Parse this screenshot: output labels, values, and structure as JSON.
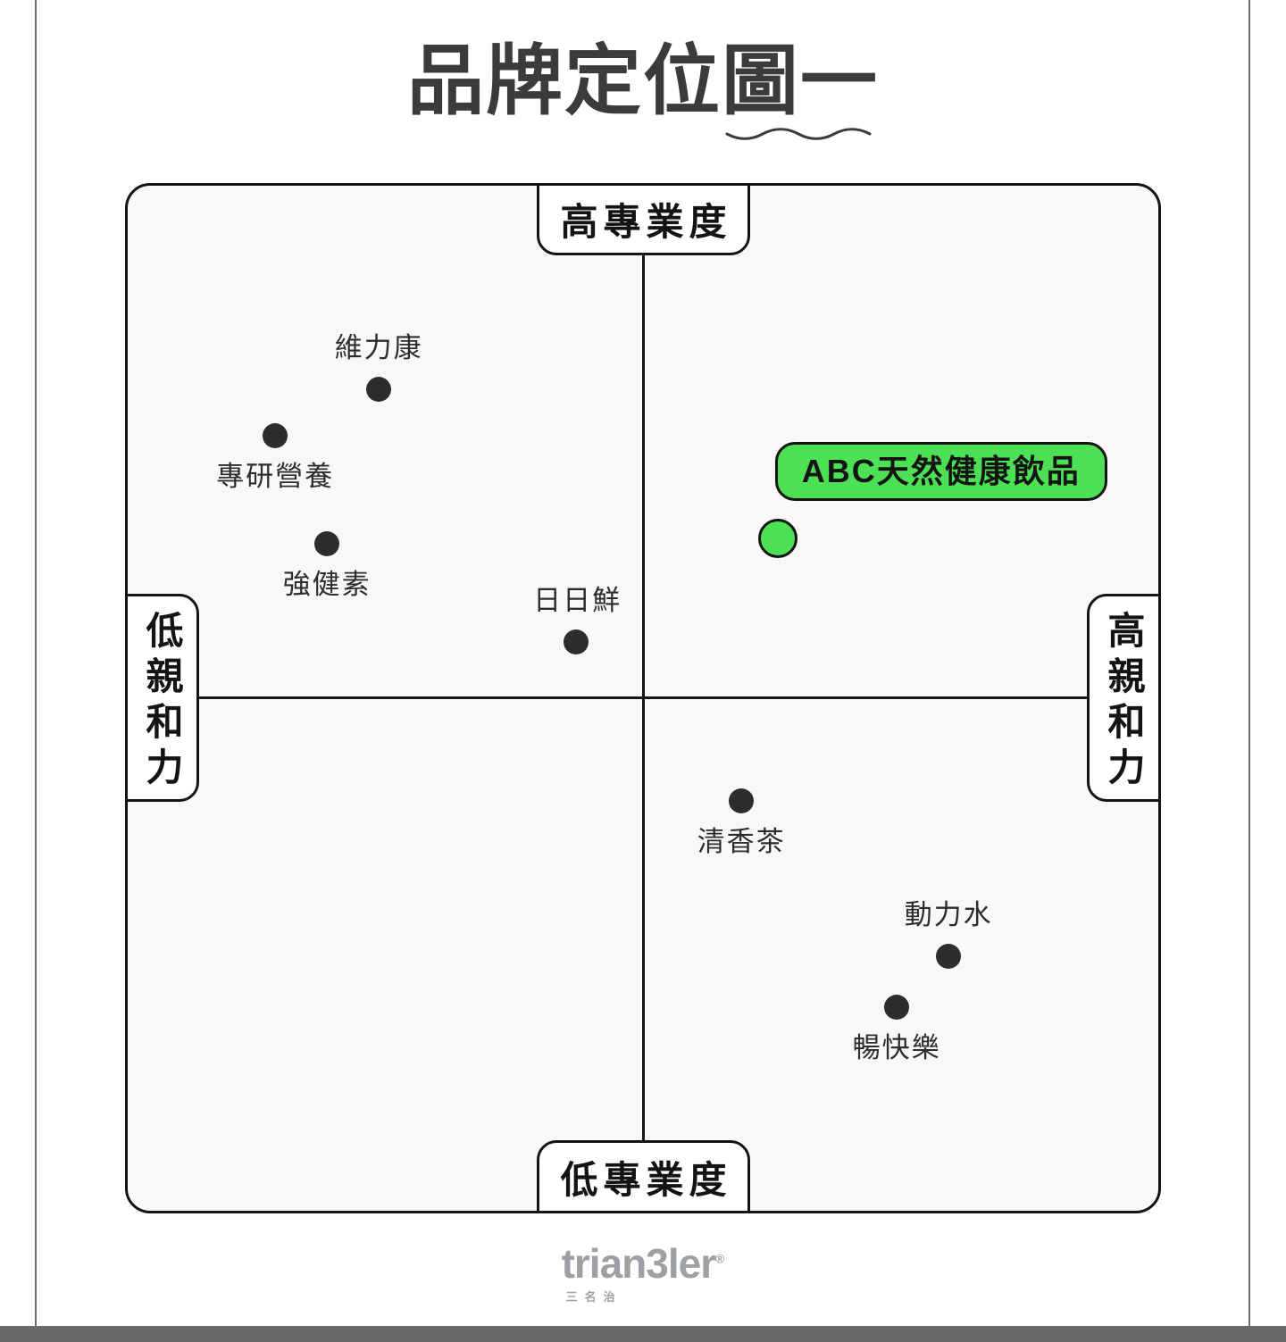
{
  "page": {
    "title": "品牌定位圖一"
  },
  "colors": {
    "page_bg": "#ffffff",
    "plot_bg": "#f8f8f8",
    "ink": "#141414",
    "title_ink": "#3b3b3b",
    "dot": "#2d2d2d",
    "label_ink": "#2d2d2d",
    "accent_green": "#4ce155",
    "frame_gray": "#6a6a6a",
    "footer_bar": "#696969",
    "logo_gray": "#9ea1a3"
  },
  "quadrant_labels": {
    "top": "高專業度",
    "bottom": "低專業度",
    "left": "低親和力",
    "right": "高親和力"
  },
  "footer": {
    "logo_text": "trian3ler",
    "registered_mark": "®",
    "logo_subtext": "三名治"
  },
  "chart_data": {
    "type": "scatter",
    "title": "品牌定位圖一",
    "x_axis": {
      "label_low": "低親和力",
      "label_high": "高親和力",
      "range": [
        -1,
        1
      ]
    },
    "y_axis": {
      "label_low": "低專業度",
      "label_high": "高專業度",
      "range": [
        -1,
        1
      ]
    },
    "grid": "quadrant-cross",
    "legend": "none",
    "points": [
      {
        "name": "維力康",
        "x": -0.51,
        "y": 0.6,
        "label_side": "above",
        "label_dx": 0
      },
      {
        "name": "專研營養",
        "x": -0.71,
        "y": 0.51,
        "label_side": "below",
        "label_dx": 0
      },
      {
        "name": "強健素",
        "x": -0.61,
        "y": 0.3,
        "label_side": "below",
        "label_dx": 0
      },
      {
        "name": "日日鮮",
        "x": -0.13,
        "y": 0.11,
        "label_side": "above",
        "label_dx": 2
      },
      {
        "name": "ABC天然健康飲品",
        "x": 0.26,
        "y": 0.31,
        "label_side": "pill-above-right",
        "highlight": true
      },
      {
        "name": "清香茶",
        "x": 0.19,
        "y": -0.2,
        "label_side": "below",
        "label_dx": 0
      },
      {
        "name": "動力水",
        "x": 0.59,
        "y": -0.5,
        "label_side": "above",
        "label_dx": 0
      },
      {
        "name": "暢快樂",
        "x": 0.49,
        "y": -0.6,
        "label_side": "below",
        "label_dx": 0
      }
    ]
  }
}
